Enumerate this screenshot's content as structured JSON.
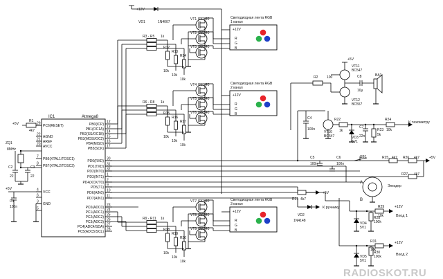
{
  "power": {
    "vcc_top": "+12V",
    "plus5": "+5V",
    "plus12": "+12V"
  },
  "diode_top": {
    "ref": "VD1",
    "value": "1N4007"
  },
  "mcu": {
    "ref": "IC1",
    "name": "Atmega8",
    "left_pins": [
      {
        "num": "29",
        "name": "PC6(RESET)"
      },
      {
        "num": "22",
        "name": "AGND"
      },
      {
        "num": "21",
        "name": "AREF"
      },
      {
        "num": "20",
        "name": "AVCC"
      },
      {
        "num": "7",
        "name": "PB6(XTAL1/TOSC1)"
      },
      {
        "num": "8",
        "name": "PB7(XTAL2/TOSC2)"
      },
      {
        "num": "4",
        "name": "VCC"
      },
      {
        "num": "6",
        "name": ""
      },
      {
        "num": "3",
        "name": "GND"
      },
      {
        "num": "5",
        "name": ""
      }
    ],
    "right_pins": [
      {
        "num": "12",
        "name": "PB0(ICP)"
      },
      {
        "num": "13",
        "name": "PB1(OC1A)"
      },
      {
        "num": "14",
        "name": "PB2(SS/OC1B)"
      },
      {
        "num": "15",
        "name": "PB3(MOSI/OC2)"
      },
      {
        "num": "16",
        "name": "PB4(MISO)"
      },
      {
        "num": "17",
        "name": "PB5(SCK)"
      },
      {
        "num": "30",
        "name": "PD0(RXD)"
      },
      {
        "num": "31",
        "name": "PD1(TXD)"
      },
      {
        "num": "32",
        "name": "PD2(INT0)"
      },
      {
        "num": "1",
        "name": "PD3(INT1)"
      },
      {
        "num": "2",
        "name": "PD4(XCK/T0)"
      },
      {
        "num": "9",
        "name": "PD5(T1)"
      },
      {
        "num": "10",
        "name": "PD6(AIN0)"
      },
      {
        "num": "11",
        "name": "PD7(AIN1)"
      },
      {
        "num": "23",
        "name": "PC0(ADC0)"
      },
      {
        "num": "24",
        "name": "PC1(ADC1)"
      },
      {
        "num": "25",
        "name": "PC2(ADC2)"
      },
      {
        "num": "26",
        "name": "PC3(ADC3)"
      },
      {
        "num": "27",
        "name": "PC4(ADC4/SDA)"
      },
      {
        "num": "28",
        "name": "PC5(ADC5/SCL)"
      }
    ]
  },
  "left_parts": {
    "r1": {
      "ref": "R1",
      "value": "4k7"
    },
    "zq1": {
      "ref": "ZQ1",
      "value": "8MHz"
    },
    "c2": {
      "ref": "C2",
      "value": "22"
    },
    "c3": {
      "ref": "C3",
      "value": "22"
    },
    "c1": {
      "ref": "C1",
      "value": "100n"
    }
  },
  "channels": [
    {
      "res_group": "R3 - R5",
      "res_value": "1k",
      "pulldowns": [
        {
          "ref": "R12",
          "value": "10k"
        },
        {
          "ref": "R13",
          "value": "10k"
        },
        {
          "ref": "R14",
          "value": "10k"
        }
      ],
      "fets": [
        {
          "ref": "VT1",
          "type": "IRF540"
        },
        {
          "ref": "VT2",
          "type": "IRF540"
        },
        {
          "ref": "VT3",
          "type": "IRF540"
        }
      ],
      "label_line1": "Светодиодная лента RGB",
      "label_line2": "1 канал"
    },
    {
      "res_group": "R6 - R8",
      "res_value": "1k",
      "pulldowns": [
        {
          "ref": "R15",
          "value": "10k"
        },
        {
          "ref": "R16",
          "value": "10k"
        },
        {
          "ref": "R17",
          "value": "10k"
        }
      ],
      "fets": [
        {
          "ref": "VT4",
          "type": "IRF540"
        },
        {
          "ref": "VT5",
          "type": "IRF540"
        },
        {
          "ref": "VT6",
          "type": "IRF540"
        }
      ],
      "label_line1": "Светодиодная лента RGB",
      "label_line2": "2 канал"
    },
    {
      "res_group": "R9 - R11",
      "res_value": "1k",
      "pulldowns": [
        {
          "ref": "R18",
          "value": "10k"
        },
        {
          "ref": "R19",
          "value": "10k"
        },
        {
          "ref": "R20",
          "value": "10k"
        }
      ],
      "fets": [
        {
          "ref": "VT7",
          "type": "IRF540"
        },
        {
          "ref": "VT8",
          "type": "IRF540"
        },
        {
          "ref": "VT9",
          "type": "IRF540"
        }
      ],
      "label_line1": "Светодиодная лента RGB",
      "label_line2": "3 канал"
    }
  ],
  "strip_pins": {
    "vplus": "+12V",
    "r": "R",
    "g": "G",
    "b": "B"
  },
  "rgb_colors": {
    "red": "#e8242a",
    "green": "#2bb24c",
    "blue": "#1d3fc8"
  },
  "audio": {
    "r2": {
      "ref": "R2",
      "value": "100"
    },
    "vt11": {
      "ref": "VT11",
      "type": "BC547"
    },
    "vt12": {
      "ref": "VT12",
      "type": "BC557"
    },
    "c8": {
      "ref": "C8",
      "value": "10μ"
    },
    "ba1": {
      "ref": "BA1"
    }
  },
  "tacho": {
    "c4": {
      "ref": "C4",
      "value": "100n"
    },
    "vt10": {
      "ref": "VT10",
      "type": "BC547"
    },
    "r22": {
      "ref": "R22",
      "value": "1k"
    },
    "c7": {
      "ref": "C7",
      "value": "22n"
    },
    "vd3": {
      "ref": "VD3",
      "value": "5V1"
    },
    "r23": {
      "ref": "R23",
      "value": "5k"
    },
    "r24": {
      "ref": "R24",
      "value": "10k"
    },
    "label": "К тахометру"
  },
  "encoder": {
    "c5": {
      "ref": "C5",
      "value": "100n"
    },
    "c6": {
      "ref": "C6",
      "value": "100n"
    },
    "sb1": {
      "ref": "SB1"
    },
    "r25": {
      "ref": "R25",
      "value": "4k7"
    },
    "r26": {
      "ref": "R26",
      "value": "4k7"
    },
    "r27": {
      "ref": "R27",
      "value": "4k7"
    },
    "pin_a": "A",
    "pin_b": "B",
    "label": "Энкодер"
  },
  "manual": {
    "r21": {
      "ref": "R21",
      "value": "4k7"
    },
    "vd2": {
      "ref": "VD2",
      "value": "1N4148"
    },
    "label": "К ручнику"
  },
  "inputs": {
    "in1": {
      "r29": {
        "ref": "R29",
        "value": "10k"
      },
      "r28": {
        "ref": "R28",
        "value": "100k"
      },
      "vd4": {
        "ref": "VD4",
        "value": "5V1"
      },
      "label": "Вход 1"
    },
    "in2": {
      "r31": {
        "ref": "R31",
        "value": "10k"
      },
      "r30": {
        "ref": "R30",
        "value": "100k"
      },
      "vd5": {
        "ref": "VD5",
        "value": "5V1"
      },
      "label": "Вход 2"
    }
  },
  "watermark": "RADIOSKOT.RU"
}
